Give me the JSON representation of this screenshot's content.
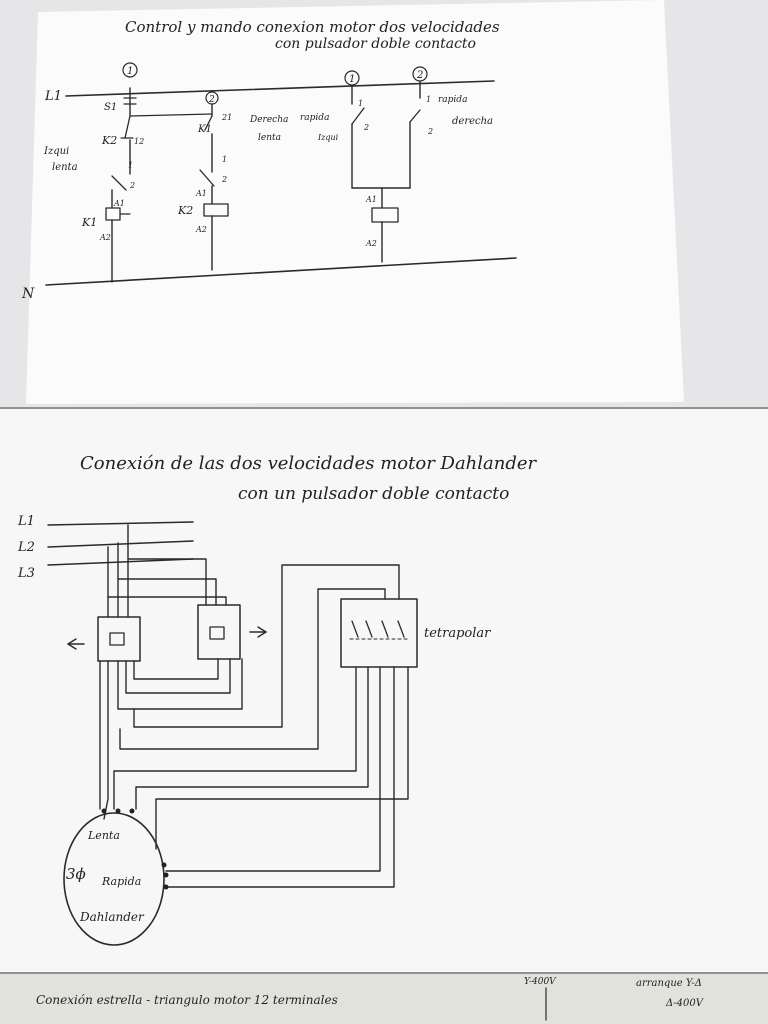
{
  "sheet1": {
    "title_line1": "Control y mando conexion motor dos velocidades",
    "title_line2": "con pulsador doble contacto",
    "line_L": "L1",
    "line_N": "N",
    "circle_1": "1",
    "circle_2": "2",
    "circle_3": "1",
    "circle_4": "2",
    "s1": "S1",
    "k2": "K2",
    "k2_contact": "12",
    "k1_contact": "K1",
    "k1_contact_num": "21",
    "izqui_lenta_1": "Izqui",
    "izqui_lenta_2": "lenta",
    "num_1": "1",
    "num_2": "2",
    "k1": "K1",
    "k2_coil": "K2",
    "a1": "A1",
    "a2": "A2",
    "derecha_rapida_1": "Derecha",
    "derecha_rapida_2": "rapida",
    "lenta_izqui_1": "lenta",
    "lenta_izqui_2": "Izqui",
    "rapida_derecha_1": "rapida",
    "rapida_derecha_2": "derecha"
  },
  "sheet2": {
    "title_line1": "Conexión de las dos velocidades motor Dahlander",
    "title_line2": "con un pulsador doble contacto",
    "l1": "L1",
    "l2": "L2",
    "l3": "L3",
    "tetrapolar": "tetrapolar",
    "motor_lenta": "Lenta",
    "motor_3phase": "3ϕ",
    "motor_rapida": "Rapida",
    "motor_name": "Dahlander"
  },
  "sheet3": {
    "title": "Conexión estrella - triangulo motor 12 terminales",
    "note_1": "Y-400V",
    "note_2": "arranque Y-Δ",
    "note_3": "Δ-400V"
  }
}
